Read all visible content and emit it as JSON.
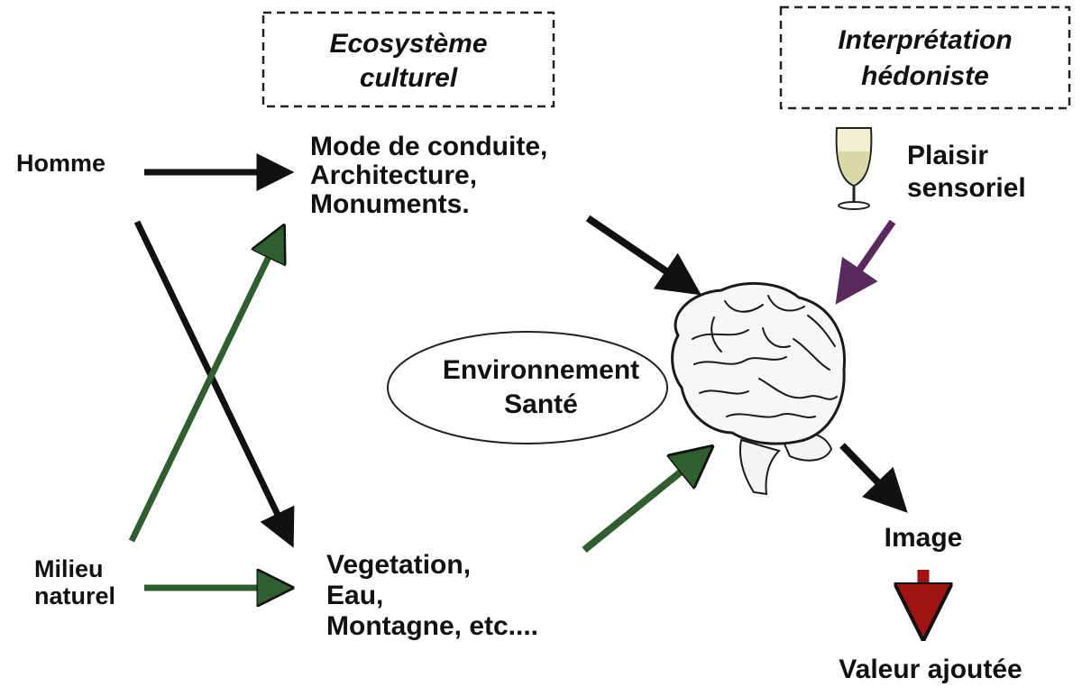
{
  "boxes": {
    "ecosysteme": {
      "line1": "Ecosystème",
      "line2": "culturel"
    },
    "hedoniste": {
      "line1": "Interprétation",
      "line2": "hédoniste"
    }
  },
  "left": {
    "homme": "Homme",
    "milieu_line1": "Milieu",
    "milieu_line2": "naturel"
  },
  "culture_list": [
    "Mode de conduite,",
    "Architecture,",
    "Monuments."
  ],
  "nature_list": [
    "Vegetation,",
    "Eau,",
    "Montagne, etc...."
  ],
  "ellipse": {
    "line1": "Environnement",
    "line2": "Santé"
  },
  "plaisir": {
    "line1": "Plaisir",
    "line2": "sensoriel"
  },
  "outcome": {
    "image": "Image",
    "valeur": "Valeur ajoutée"
  },
  "icons": {
    "glass": "wine-glass-icon",
    "brain": "brain-icon"
  },
  "colors": {
    "black_arrow": "#111111",
    "green_arrow": "#2f5e2f",
    "purple_arrow": "#5a2a5e",
    "red_arrow": "#a01414",
    "valeur_text": "#5a1010",
    "plaisir_sensoriel_text": "#3a1a40"
  }
}
